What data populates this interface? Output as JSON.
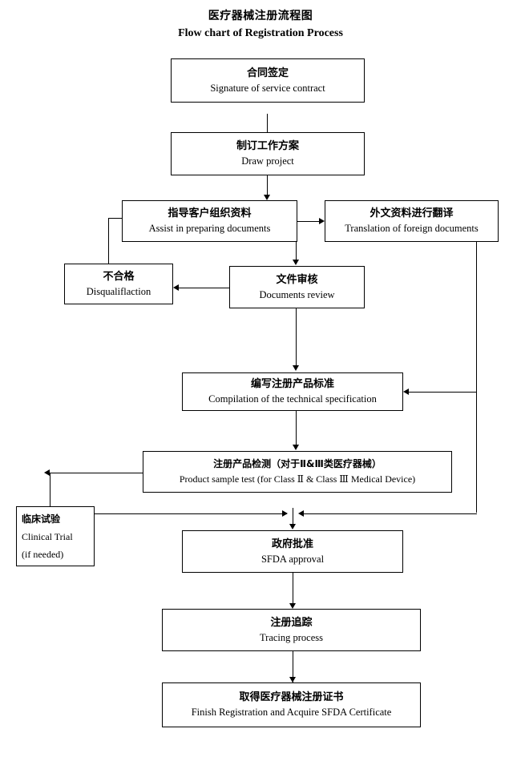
{
  "title": {
    "cn": "医疗器械注册流程图",
    "en": "Flow chart of Registration Process"
  },
  "nodes": {
    "contract": {
      "cn": "合同签定",
      "en": "Signature of service contract"
    },
    "plan": {
      "cn": "制订工作方案",
      "en": "Draw project"
    },
    "assist": {
      "cn": "指导客户组织资料",
      "en": "Assist in preparing documents"
    },
    "translate": {
      "cn": "外文资料进行翻译",
      "en": "Translation of foreign documents"
    },
    "disqualify": {
      "cn": "不合格",
      "en": "Disqualiflaction"
    },
    "review": {
      "cn": "文件审核",
      "en": "Documents review"
    },
    "spec": {
      "cn": "编写注册产品标准",
      "en": "Compilation of the technical specification"
    },
    "test": {
      "cn": "注册产品检测（对于Ⅱ&Ⅲ类医疗器械）",
      "en": "Product sample test (for Class  Ⅱ & Class  Ⅲ  Medical Device)"
    },
    "clinical": {
      "cn": "临床试验",
      "en": "Clinical Trial",
      "note": "(if needed)"
    },
    "approval": {
      "cn": "政府批准",
      "en": "SFDA approval"
    },
    "tracing": {
      "cn": "注册追踪",
      "en": "Tracing process"
    },
    "finish": {
      "cn": "取得医疗器械注册证书",
      "en": "Finish Registration and Acquire SFDA Certificate"
    }
  },
  "colors": {
    "line": "#000000",
    "box_border": "#000000",
    "background": "#ffffff",
    "text": "#000000"
  }
}
